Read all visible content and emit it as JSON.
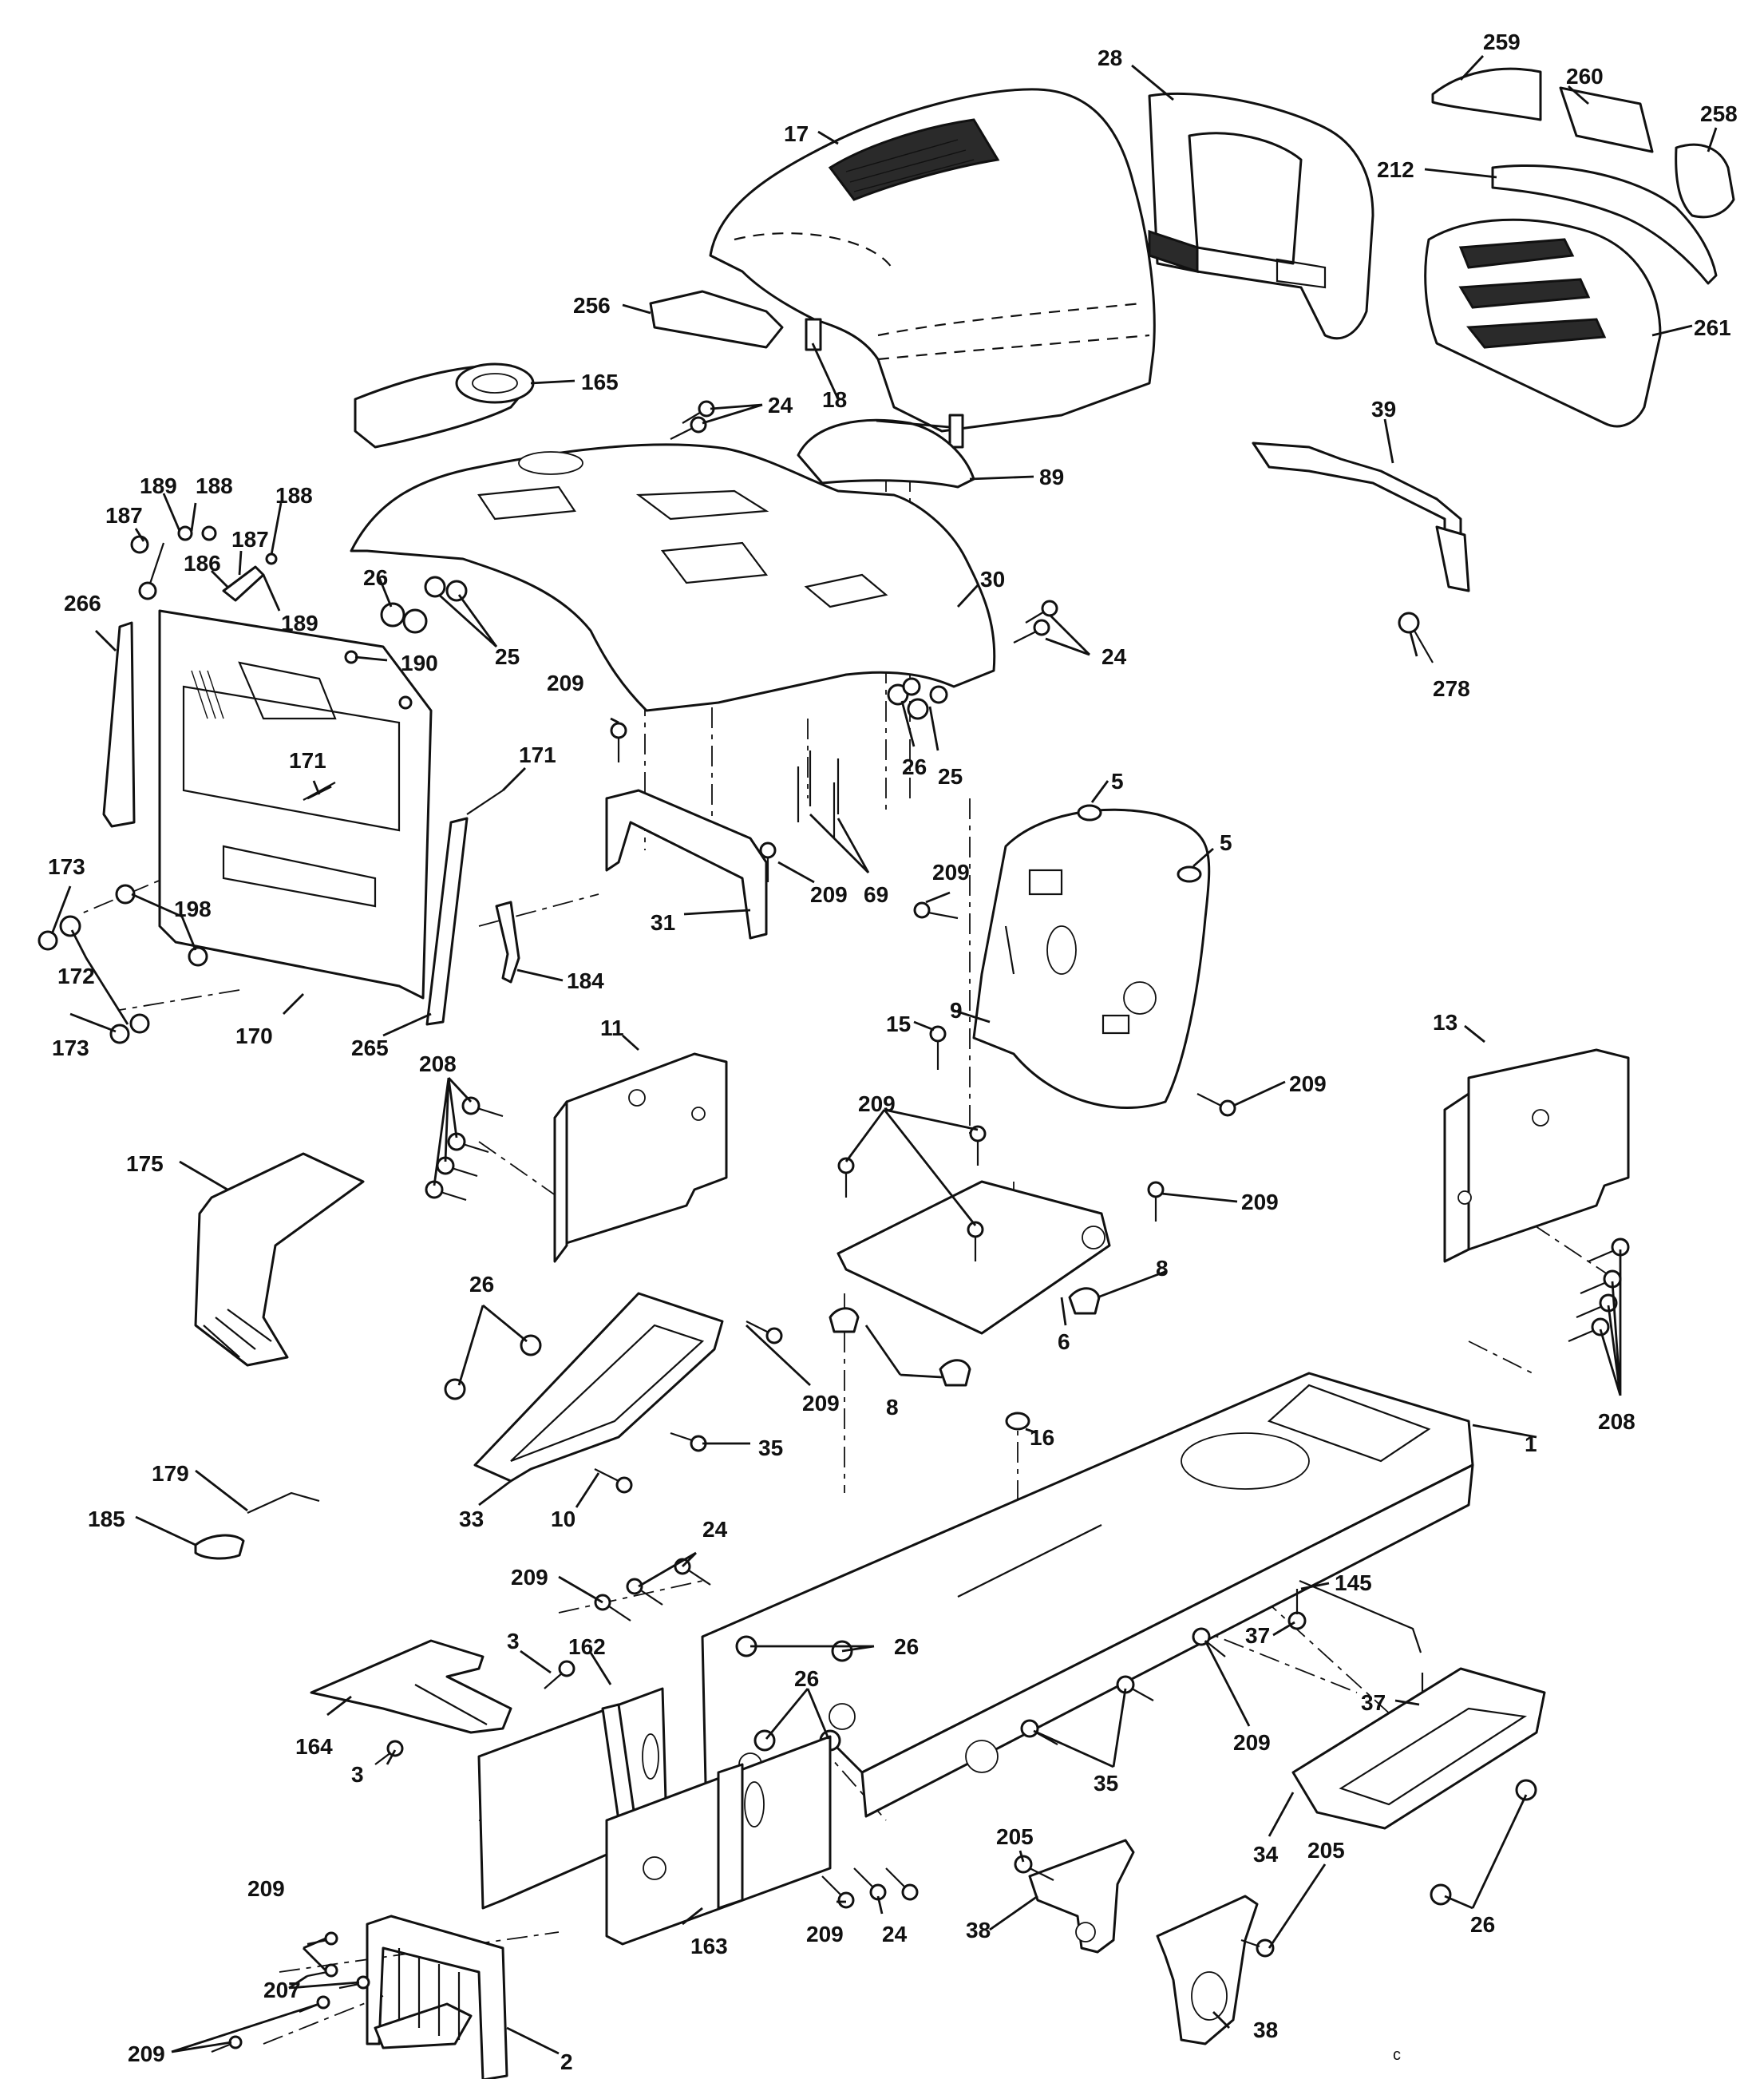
{
  "callouts": [
    {
      "id": "c-17",
      "text": "17"
    },
    {
      "id": "c-28",
      "text": "28"
    },
    {
      "id": "c-259",
      "text": "259"
    },
    {
      "id": "c-260",
      "text": "260"
    },
    {
      "id": "c-258",
      "text": "258"
    },
    {
      "id": "c-212",
      "text": "212"
    },
    {
      "id": "c-261",
      "text": "261"
    },
    {
      "id": "c-256",
      "text": "256"
    },
    {
      "id": "c-18",
      "text": "18"
    },
    {
      "id": "c-165",
      "text": "165"
    },
    {
      "id": "c-24a",
      "text": "24"
    },
    {
      "id": "c-89",
      "text": "89"
    },
    {
      "id": "c-39",
      "text": "39"
    },
    {
      "id": "c-189a",
      "text": "189"
    },
    {
      "id": "c-188a",
      "text": "188"
    },
    {
      "id": "c-188b",
      "text": "188"
    },
    {
      "id": "c-187a",
      "text": "187"
    },
    {
      "id": "c-187b",
      "text": "187"
    },
    {
      "id": "c-186",
      "text": "186"
    },
    {
      "id": "c-189b",
      "text": "189"
    },
    {
      "id": "c-266",
      "text": "266"
    },
    {
      "id": "c-26a",
      "text": "26"
    },
    {
      "id": "c-25a",
      "text": "25"
    },
    {
      "id": "c-30",
      "text": "30"
    },
    {
      "id": "c-24b",
      "text": "24"
    },
    {
      "id": "c-278",
      "text": "278"
    },
    {
      "id": "c-190",
      "text": "190"
    },
    {
      "id": "c-209a",
      "text": "209"
    },
    {
      "id": "c-171a",
      "text": "171"
    },
    {
      "id": "c-171b",
      "text": "171"
    },
    {
      "id": "c-26b",
      "text": "26"
    },
    {
      "id": "c-25b",
      "text": "25"
    },
    {
      "id": "c-5a",
      "text": "5"
    },
    {
      "id": "c-5b",
      "text": "5"
    },
    {
      "id": "c-209b",
      "text": "209"
    },
    {
      "id": "c-173a",
      "text": "173"
    },
    {
      "id": "c-198",
      "text": "198"
    },
    {
      "id": "c-69",
      "text": "69"
    },
    {
      "id": "c-31",
      "text": "31"
    },
    {
      "id": "c-209c",
      "text": "209"
    },
    {
      "id": "c-172",
      "text": "172"
    },
    {
      "id": "c-184",
      "text": "184"
    },
    {
      "id": "c-170",
      "text": "170"
    },
    {
      "id": "c-9",
      "text": "9"
    },
    {
      "id": "c-173b",
      "text": "173"
    },
    {
      "id": "c-265",
      "text": "265"
    },
    {
      "id": "c-11",
      "text": "11"
    },
    {
      "id": "c-15",
      "text": "15"
    },
    {
      "id": "c-13",
      "text": "13"
    },
    {
      "id": "c-208a",
      "text": "208"
    },
    {
      "id": "c-209d",
      "text": "209"
    },
    {
      "id": "c-209e",
      "text": "209"
    },
    {
      "id": "c-175",
      "text": "175"
    },
    {
      "id": "c-209f",
      "text": "209"
    },
    {
      "id": "c-26c",
      "text": "26"
    },
    {
      "id": "c-8a",
      "text": "8"
    },
    {
      "id": "c-6",
      "text": "6"
    },
    {
      "id": "c-209g",
      "text": "209"
    },
    {
      "id": "c-8b",
      "text": "8"
    },
    {
      "id": "c-208b",
      "text": "208"
    },
    {
      "id": "c-16",
      "text": "16"
    },
    {
      "id": "c-35a",
      "text": "35"
    },
    {
      "id": "c-1",
      "text": "1"
    },
    {
      "id": "c-179",
      "text": "179"
    },
    {
      "id": "c-33",
      "text": "33"
    },
    {
      "id": "c-10",
      "text": "10"
    },
    {
      "id": "c-185",
      "text": "185"
    },
    {
      "id": "c-24c",
      "text": "24"
    },
    {
      "id": "c-209h",
      "text": "209"
    },
    {
      "id": "c-145",
      "text": "145"
    },
    {
      "id": "c-3a",
      "text": "3"
    },
    {
      "id": "c-162",
      "text": "162"
    },
    {
      "id": "c-26d",
      "text": "26"
    },
    {
      "id": "c-26e",
      "text": "26"
    },
    {
      "id": "c-37a",
      "text": "37"
    },
    {
      "id": "c-37b",
      "text": "37"
    },
    {
      "id": "c-164",
      "text": "164"
    },
    {
      "id": "c-209i",
      "text": "209"
    },
    {
      "id": "c-3b",
      "text": "3"
    },
    {
      "id": "c-35b",
      "text": "35"
    },
    {
      "id": "c-205a",
      "text": "205"
    },
    {
      "id": "c-34",
      "text": "34"
    },
    {
      "id": "c-209j",
      "text": "209"
    },
    {
      "id": "c-205b",
      "text": "205"
    },
    {
      "id": "c-38a",
      "text": "38"
    },
    {
      "id": "c-26f",
      "text": "26"
    },
    {
      "id": "c-207",
      "text": "207"
    },
    {
      "id": "c-209k",
      "text": "209"
    },
    {
      "id": "c-24d",
      "text": "24"
    },
    {
      "id": "c-163",
      "text": "163"
    },
    {
      "id": "c-38b",
      "text": "38"
    },
    {
      "id": "c-209l",
      "text": "209"
    },
    {
      "id": "c-2",
      "text": "2"
    }
  ],
  "footer_mark": "c"
}
